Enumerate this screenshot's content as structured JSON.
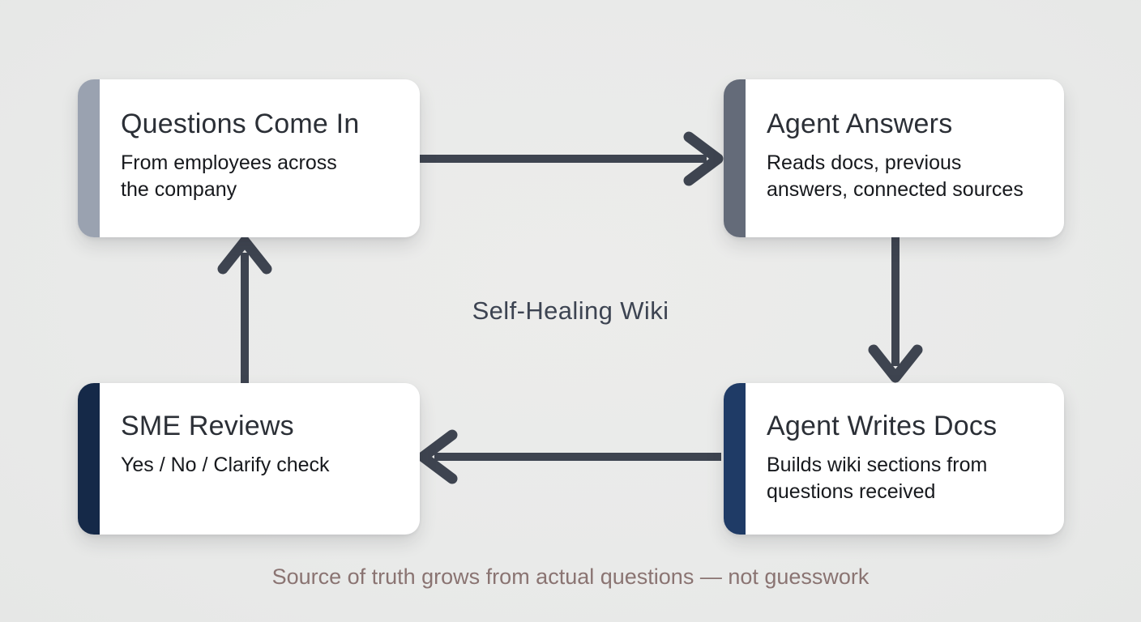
{
  "diagram": {
    "center_label": "Self-Healing Wiki",
    "caption": "Source of truth grows from actual questions — not guesswork",
    "background_color": "#e9eae9",
    "arrow_color": "#3e4450",
    "caption_color": "#8a7472",
    "center_label_color": "#3d4452"
  },
  "nodes": [
    {
      "id": "questions-come-in",
      "title": "Questions Come In",
      "subtitle": "From employees across the company",
      "stripe_color": "#9aa2b0",
      "position": "top-left"
    },
    {
      "id": "agent-answers",
      "title": "Agent Answers",
      "subtitle": "Reads docs, previous answers, connected sources",
      "stripe_color": "#646b79",
      "position": "top-right"
    },
    {
      "id": "agent-writes-docs",
      "title": "Agent Writes Docs",
      "subtitle": "Builds wiki sections from questions received",
      "stripe_color": "#1f3b66",
      "position": "bottom-right"
    },
    {
      "id": "sme-reviews",
      "title": "SME Reviews",
      "subtitle": "Yes / No / Clarify check",
      "stripe_color": "#152948",
      "position": "bottom-left"
    }
  ],
  "arrows": [
    {
      "from": "questions-come-in",
      "to": "agent-answers",
      "direction": "right"
    },
    {
      "from": "agent-answers",
      "to": "agent-writes-docs",
      "direction": "down"
    },
    {
      "from": "agent-writes-docs",
      "to": "sme-reviews",
      "direction": "left"
    },
    {
      "from": "sme-reviews",
      "to": "questions-come-in",
      "direction": "up"
    }
  ]
}
